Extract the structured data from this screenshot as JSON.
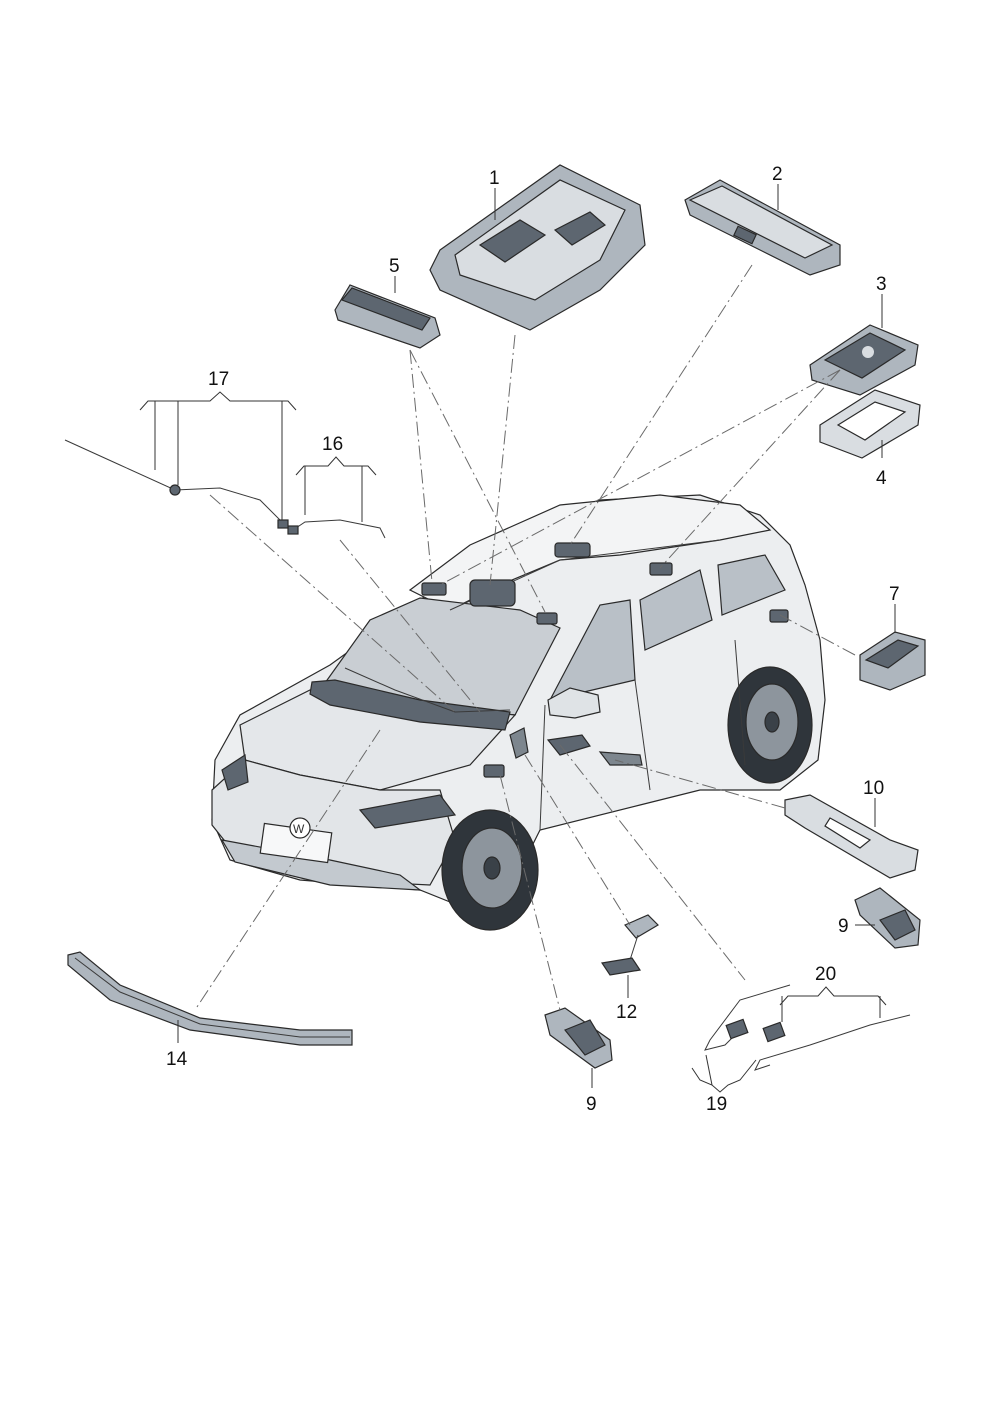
{
  "callouts": {
    "c1": "1",
    "c2": "2",
    "c3": "3",
    "c4": "4",
    "c5": "5",
    "c7": "7",
    "c9a": "9",
    "c9b": "9",
    "c10": "10",
    "c12": "12",
    "c14": "14",
    "c16": "16",
    "c17": "17",
    "c19": "19",
    "c20": "20"
  },
  "colors": {
    "part_dark": "#5d6670",
    "part_mid": "#aeb6be",
    "part_light": "#d9dde1",
    "body": "#eceef0"
  }
}
